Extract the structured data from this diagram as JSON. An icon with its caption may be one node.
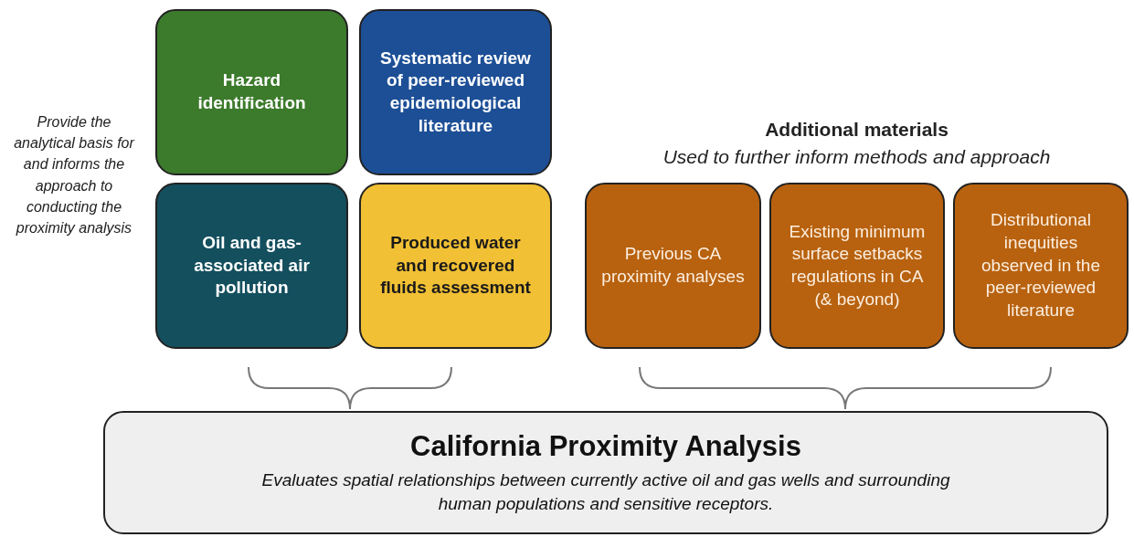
{
  "diagram": {
    "nodes": [
      {
        "text": [
          "Hazard identification"
        ]
      },
      {
        "text": [
          "Systematic review of peer-reviewed epidemiological literature"
        ]
      },
      {
        "text": [
          "Oil and gas-associated air pollution"
        ]
      },
      {
        "text": [
          "Produced water and recovered fluids assessment"
        ]
      },
      {
        "text": [
          "Previous CA proximity analyses"
        ]
      },
      {
        "text": [
          "Existing minimum surface setbacks regulations in CA (& beyond)"
        ]
      },
      {
        "text": [
          "Distributional inequities observed in the peer-reviewed literature"
        ]
      },
      {
        "text": [
          "California Proximity Analysis",
          "Evaluates spatial relationships between currently active oil and gas wells and surrounding human populations and sensitive receptors."
        ]
      }
    ],
    "labels": [
      "Provide the analytical basis for and informs the approach to conducting the proximity analysis",
      "Additional materials",
      "Used to further inform methods and approach"
    ]
  }
}
